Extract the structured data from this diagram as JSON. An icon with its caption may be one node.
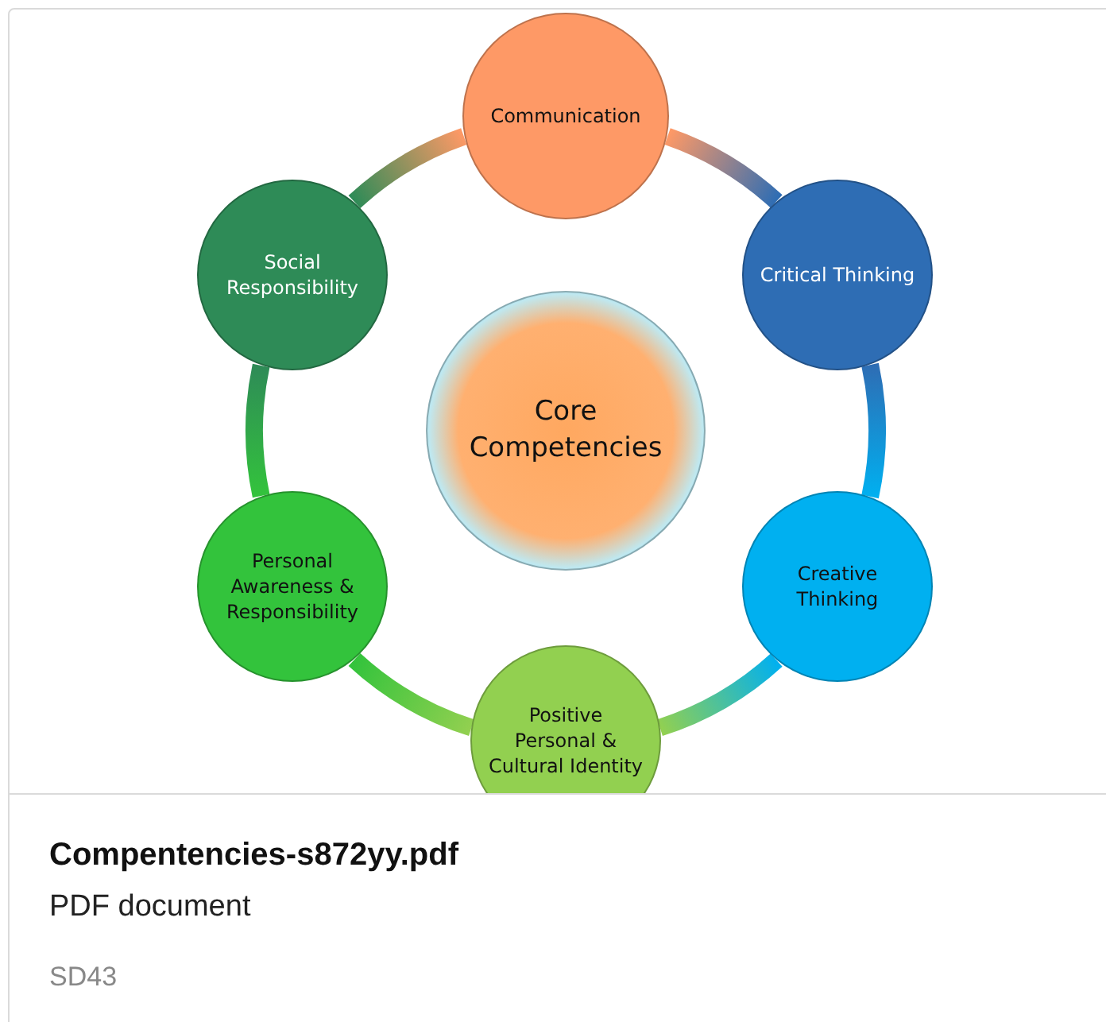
{
  "diagram": {
    "nodes": [
      {
        "text": [
          "Communication"
        ]
      },
      {
        "text": [
          "Critical Thinking"
        ]
      },
      {
        "text": [
          "Creative Thinking"
        ]
      },
      {
        "text": [
          "Positive Personal & Cultural Identity"
        ]
      },
      {
        "text": [
          "Personal Awareness & Responsibility"
        ]
      },
      {
        "text": [
          "Social Responsibility"
        ]
      },
      {
        "text": [
          "Core Competencies"
        ]
      }
    ],
    "edges": [
      {
        "from": 0,
        "to": 1,
        "arrow": "none"
      },
      {
        "from": 1,
        "to": 2,
        "arrow": "none"
      },
      {
        "from": 2,
        "to": 3,
        "arrow": "none"
      },
      {
        "from": 3,
        "to": 4,
        "arrow": "none"
      },
      {
        "from": 4,
        "to": 5,
        "arrow": "none"
      },
      {
        "from": 5,
        "to": 0,
        "arrow": "none"
      }
    ],
    "labels": [
      "Compentencies-s872yy.pdf",
      "PDF document",
      "SD43"
    ]
  }
}
